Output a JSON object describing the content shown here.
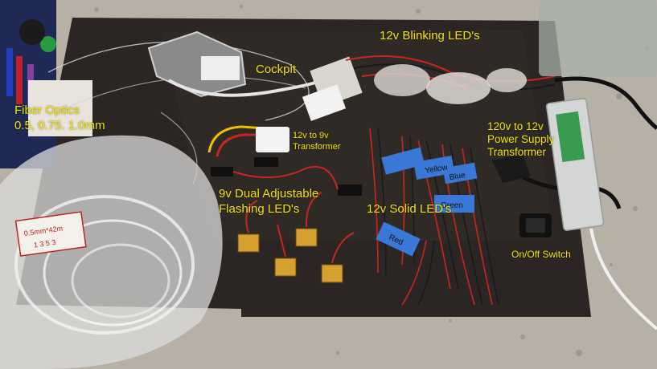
{
  "labels": {
    "blinking": "12v Blinking LED's",
    "cockpit": "Cockpit",
    "fiber_line1": "Fiber Optics",
    "fiber_line2": "0.5, 0.75. 1.0mm",
    "transformer_9v_line1": "12v to 9v",
    "transformer_9v_line2": "Transformer",
    "supply_line1": "120v to 12v",
    "supply_line2": "Power Supply",
    "supply_line3": "Transformer",
    "flashing_line1": "9v Dual Adjustable",
    "flashing_line2": "Flashing LED's",
    "solid": "12v Solid LED's",
    "switch": "On/Off Switch"
  },
  "bag_label": {
    "line1": "0.5mm*42m",
    "line2": "1 3 5 3"
  },
  "tape_notes": [
    "Yellow",
    "Blue",
    "Green",
    "Red"
  ],
  "colors": {
    "label_text": "#f3e400",
    "mat": "#2a2422",
    "countertop": "#b9b3a8",
    "wire_red": "#c8261e",
    "tape_blue": "#3a78d8"
  }
}
